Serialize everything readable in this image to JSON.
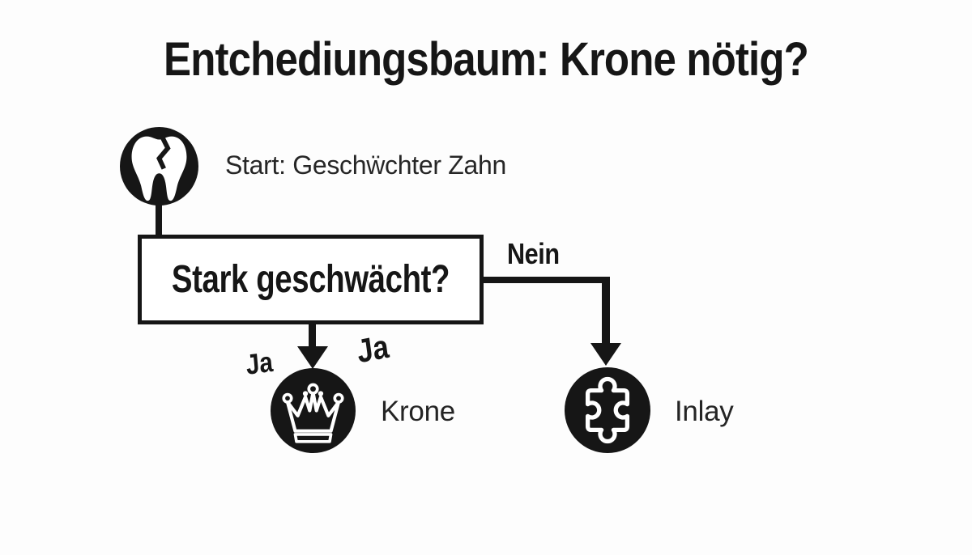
{
  "title": "Entchediungsbaum: Krone nötig?",
  "colors": {
    "ink": "#161616",
    "paper": "#fdfdfd",
    "text": "#242424"
  },
  "diagram": {
    "start": {
      "icon": "cracked-tooth-icon",
      "label": "Start: Geschẅchter Zahn"
    },
    "decision": {
      "label": "Stark geschwächt?"
    },
    "edges": {
      "ja_left": "Ja",
      "ja_right": "Ja",
      "nein": "Nein"
    },
    "outcomes": {
      "krone": {
        "icon": "crown-icon",
        "label": "Krone"
      },
      "inlay": {
        "icon": "puzzle-icon",
        "label": "Inlay"
      }
    }
  }
}
